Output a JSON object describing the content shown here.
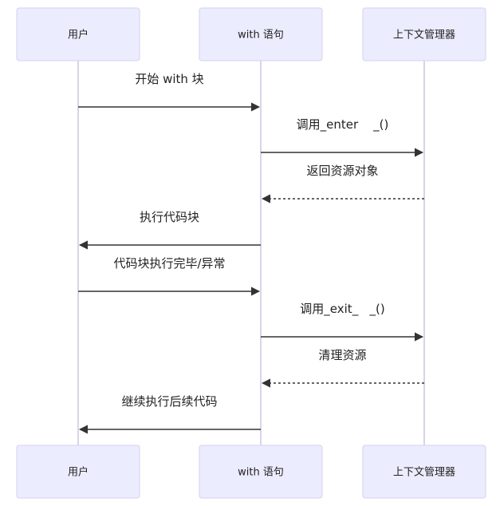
{
  "participants": [
    {
      "id": "user",
      "label": "用户"
    },
    {
      "id": "with",
      "label": "with 语句"
    },
    {
      "id": "ctx",
      "label": "上下文管理器"
    }
  ],
  "messages": [
    {
      "from": "user",
      "to": "with",
      "label": "开始 with 块",
      "style": "solid"
    },
    {
      "from": "with",
      "to": "ctx",
      "label": "调用_enter    _()",
      "style": "solid"
    },
    {
      "from": "ctx",
      "to": "with",
      "label": "返回资源对象",
      "style": "dashed"
    },
    {
      "from": "with",
      "to": "user",
      "label": "执行代码块",
      "style": "solid"
    },
    {
      "from": "user",
      "to": "with",
      "label": "代码块执行完毕/异常",
      "style": "solid"
    },
    {
      "from": "with",
      "to": "ctx",
      "label": "调用_exit_   _()",
      "style": "solid"
    },
    {
      "from": "ctx",
      "to": "with",
      "label": "清理资源",
      "style": "dashed"
    },
    {
      "from": "with",
      "to": "user",
      "label": "继续执行后续代码",
      "style": "solid"
    }
  ],
  "colors": {
    "actor_fill": "#ececff",
    "actor_border": "#d4d0f0",
    "lifeline": "#d8d4f0",
    "arrow": "#333333"
  }
}
